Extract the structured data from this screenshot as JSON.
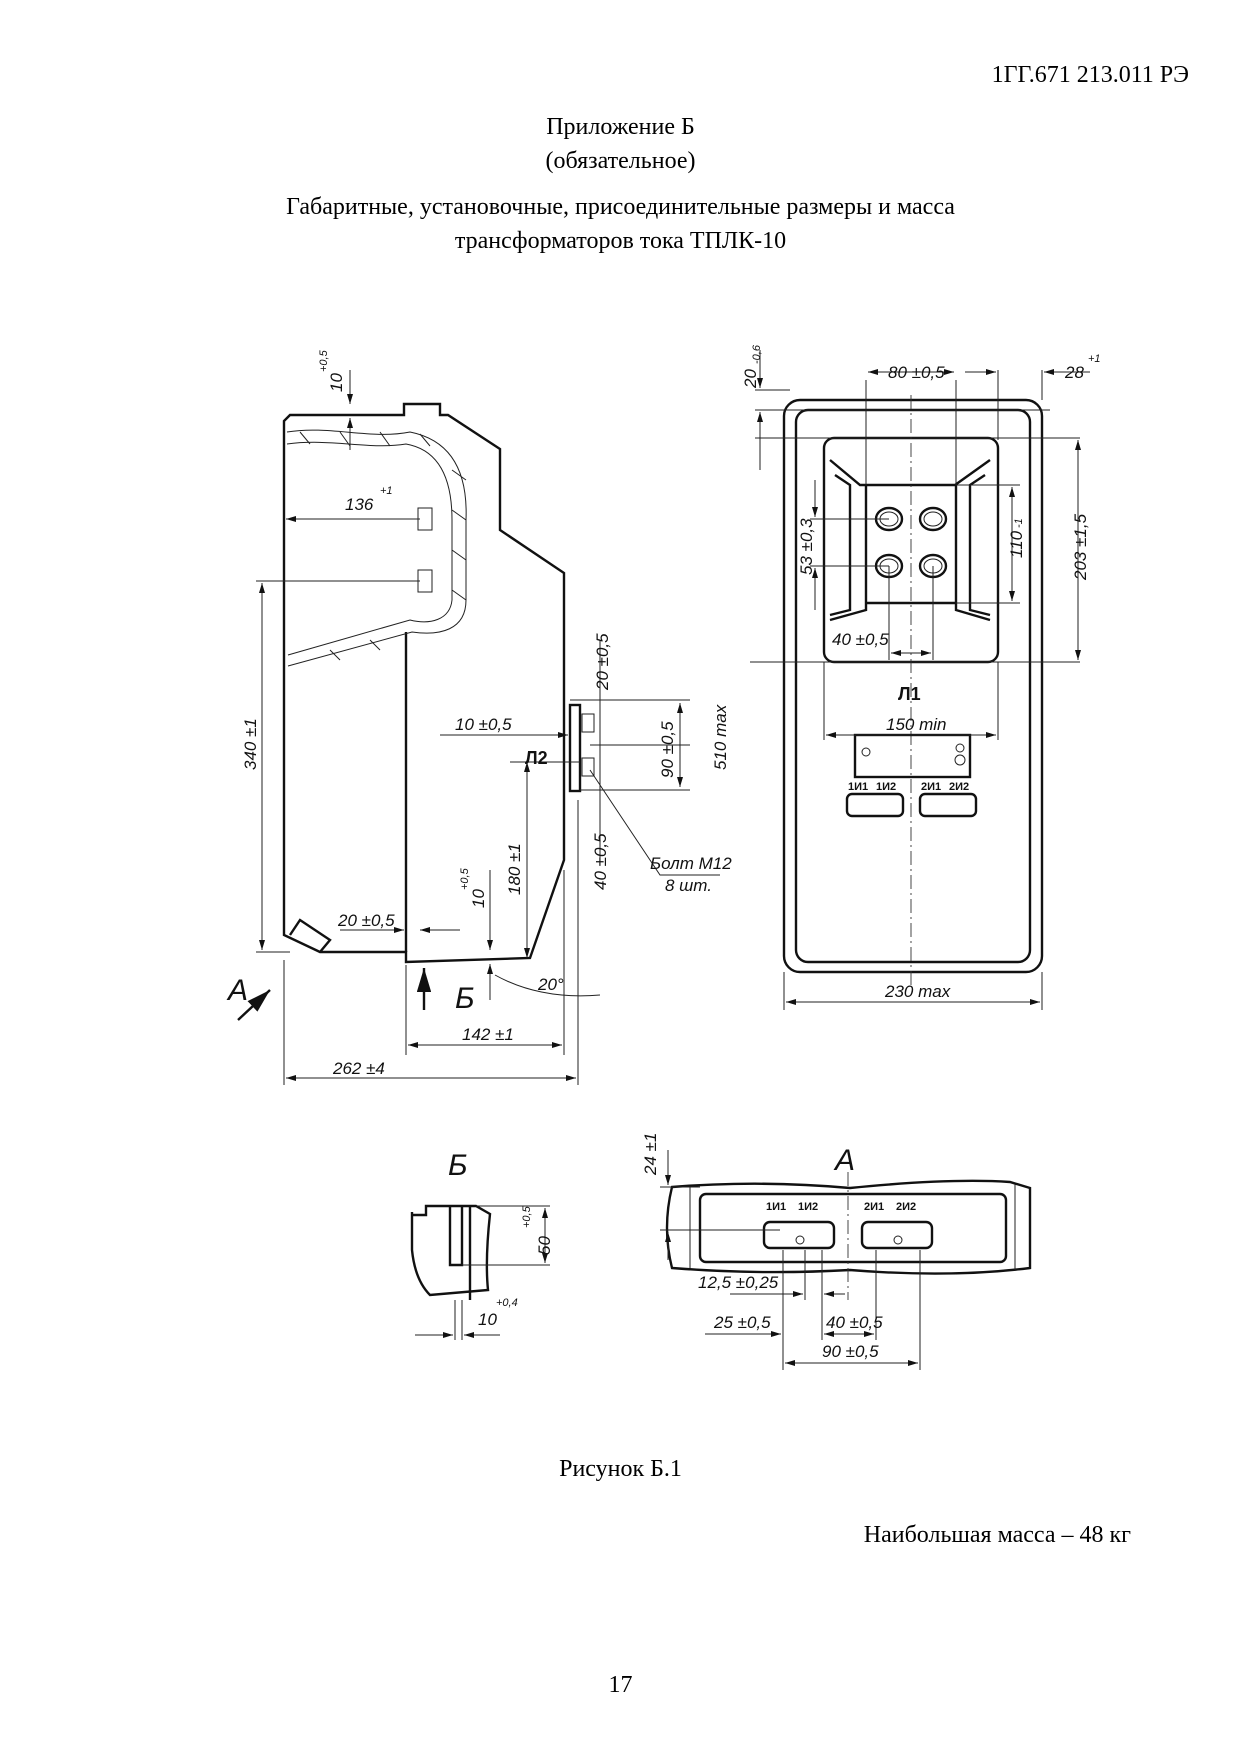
{
  "header": {
    "doc_code": "1ГГ.671 213.011 РЭ"
  },
  "title": {
    "appendix": "Приложение Б",
    "status": "(обязательное)",
    "line1": "Габаритные, установочные, присоединительные размеры и масса",
    "line2": "трансформаторов тока ТПЛК-10"
  },
  "side_view": {
    "dim_10": "10",
    "dim_10_tol": "+0,5",
    "dim_136": "136",
    "dim_136_tol": "+1",
    "dim_340": "340 ±1",
    "dim_20_top": "20 ±0,5",
    "dim_10_05": "10 ±0,5",
    "terminal_L2": "Л2",
    "dim_90": "90 ±0,5",
    "dim_510": "510 max",
    "dim_40": "40 ±0,5",
    "bolt_label": "Болт М12",
    "bolt_count": "8 шт.",
    "dim_180": "180 ±1",
    "dim_10_low": "10",
    "dim_10_low_tol": "+0,5",
    "dim_20_low": "20 ±0,5",
    "angle": "20°",
    "view_B_marker": "Б",
    "view_A_marker": "А",
    "dim_142": "142 ±1",
    "dim_262": "262 ±4"
  },
  "front_view": {
    "dim_80": "80 ±0,5",
    "dim_28": "28",
    "dim_28_tol": "+1",
    "dim_20": "20",
    "dim_20_tol": "-0,6",
    "dim_53": "53 ±0,3",
    "dim_110": "110",
    "dim_110_tol": "-1",
    "dim_203": "203 ±1,5",
    "dim_40": "40 ±0,5",
    "terminal_L1": "Л1",
    "dim_150": "150 min",
    "terminals": [
      "1И1",
      "1И2",
      "2И1",
      "2И2"
    ],
    "dim_230": "230 max"
  },
  "view_B": {
    "label": "Б",
    "dim_50": "50",
    "dim_50_tol": "+0,5",
    "dim_10": "10",
    "dim_10_tol": "+0,4"
  },
  "view_A": {
    "label": "А",
    "dim_24": "24 ±1",
    "terminals": [
      "1И1",
      "1И2",
      "2И1",
      "2И2"
    ],
    "dim_12_5": "12,5 ±0,25",
    "dim_25": "25 ±0,5",
    "dim_40": "40 ±0,5",
    "dim_90": "90 ±0,5"
  },
  "caption": "Рисунок Б.1",
  "mass_note": "Наибольшая масса – 48 кг",
  "page_number": "17"
}
